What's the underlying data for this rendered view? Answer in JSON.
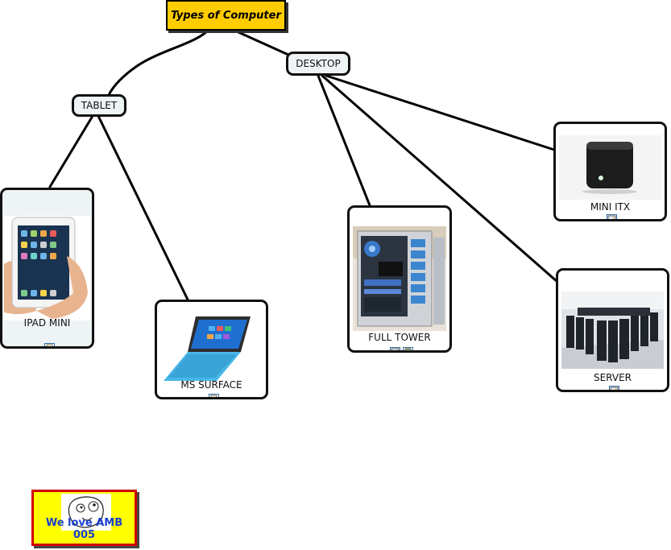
{
  "map": {
    "root": "Types of Computer",
    "tablet": "TABLET",
    "desktop": "DESKTOP",
    "ipad_mini": "IPAD MINI",
    "ms_surface": "MS SURFACE",
    "full_tower": "FULL TOWER",
    "mini_itx": "MINI ITX",
    "server": "SERVER"
  },
  "badge": {
    "text": "We love AMB 005"
  },
  "colors": {
    "root_fill": "#ffcc00",
    "node_fill": "#eef3f5",
    "badge_fill": "#ffff00",
    "badge_border": "#d00000",
    "badge_text": "#1a3fd0"
  },
  "icons": [
    "image-resource-icon",
    "document-resource-icon",
    "video-resource-icon"
  ]
}
